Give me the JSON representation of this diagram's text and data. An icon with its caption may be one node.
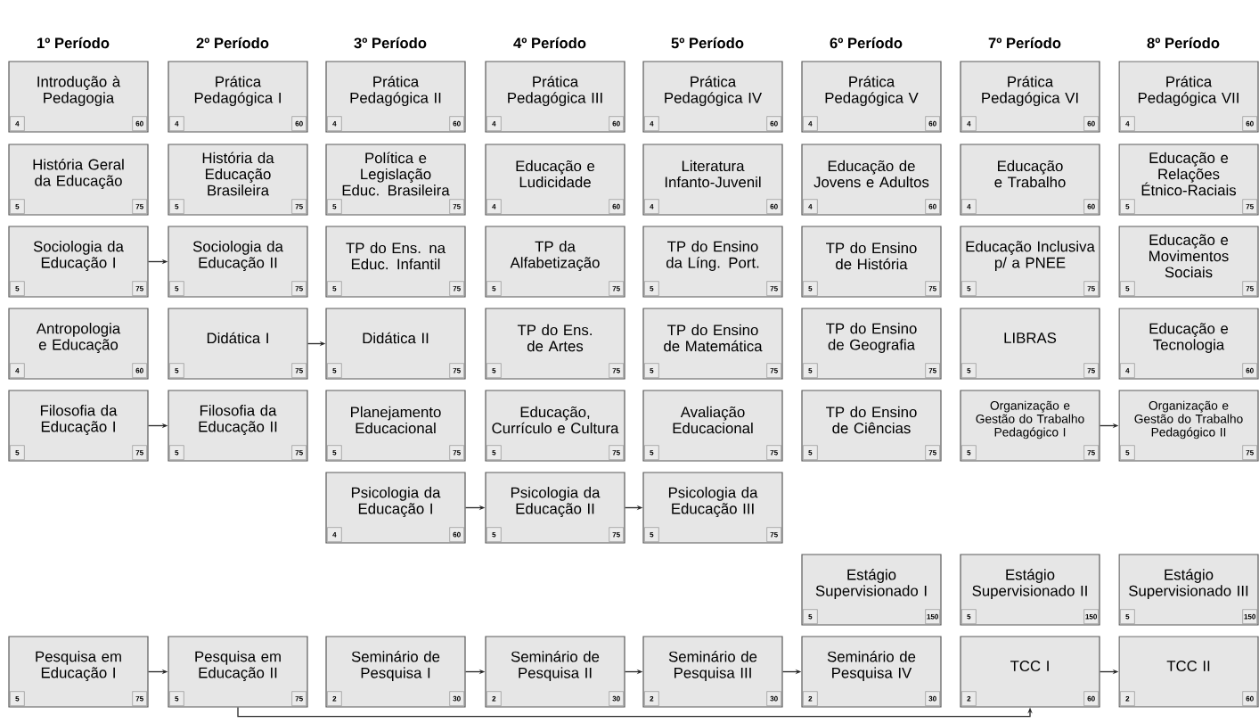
{
  "diagram": {
    "nodes": [
      {
        "text": [
          "Introdução à Pedagogia",
          "4",
          "60"
        ]
      },
      {
        "text": [
          "Prática Pedagógica I",
          "4",
          "60"
        ]
      },
      {
        "text": [
          "Prática Pedagógica II",
          "4",
          "60"
        ]
      },
      {
        "text": [
          "Prática Pedagógica III",
          "4",
          "60"
        ]
      },
      {
        "text": [
          "Prática Pedagógica IV",
          "4",
          "60"
        ]
      },
      {
        "text": [
          "Prática Pedagógica V",
          "4",
          "60"
        ]
      },
      {
        "text": [
          "Prática Pedagógica VI",
          "4",
          "60"
        ]
      },
      {
        "text": [
          "Prática Pedagógica VII",
          "4",
          "60"
        ]
      },
      {
        "text": [
          "História Geral da Educação",
          "5",
          "75"
        ]
      },
      {
        "text": [
          "História da Educação Brasileira",
          "5",
          "75"
        ]
      },
      {
        "text": [
          "Política e Legislação Educ. Brasileira",
          "5",
          "75"
        ]
      },
      {
        "text": [
          "Educação e Ludicidade",
          "4",
          "60"
        ]
      },
      {
        "text": [
          "Literatura Infanto-Juvenil",
          "4",
          "60"
        ]
      },
      {
        "text": [
          "Educação de Jovens e Adultos",
          "4",
          "60"
        ]
      },
      {
        "text": [
          "Educação e Trabalho",
          "4",
          "60"
        ]
      },
      {
        "text": [
          "Educação e Relações Étnico-Raciais",
          "5",
          "75"
        ]
      },
      {
        "text": [
          "Sociologia da Educação I",
          "5",
          "75"
        ]
      },
      {
        "text": [
          "Sociologia da Educação II",
          "5",
          "75"
        ]
      },
      {
        "text": [
          "TP do Ens. na Educ. Infantil",
          "5",
          "75"
        ]
      },
      {
        "text": [
          "TP da Alfabetização",
          "5",
          "75"
        ]
      },
      {
        "text": [
          "TP do Ensino da Líng. Port.",
          "5",
          "75"
        ]
      },
      {
        "text": [
          "TP do Ensino de História",
          "5",
          "75"
        ]
      },
      {
        "text": [
          "Educação Inclusiva p/ a PNEE",
          "5",
          "75"
        ]
      },
      {
        "text": [
          "Educação e Movimentos Sociais",
          "5",
          "75"
        ]
      },
      {
        "text": [
          "Antropologia e Educação",
          "4",
          "60"
        ]
      },
      {
        "text": [
          "Didática I",
          "5",
          "75"
        ]
      },
      {
        "text": [
          "Didática II",
          "5",
          "75"
        ]
      },
      {
        "text": [
          "TP do Ens. de Artes",
          "5",
          "75"
        ]
      },
      {
        "text": [
          "TP do Ensino de Matemática",
          "5",
          "75"
        ]
      },
      {
        "text": [
          "TP do Ensino de Geografia",
          "5",
          "75"
        ]
      },
      {
        "text": [
          "LIBRAS",
          "5",
          "75"
        ]
      },
      {
        "text": [
          "Educação e Tecnologia",
          "4",
          "60"
        ]
      },
      {
        "text": [
          "Filosofia da Educação I",
          "5",
          "75"
        ]
      },
      {
        "text": [
          "Filosofia da Educação II",
          "5",
          "75"
        ]
      },
      {
        "text": [
          "Planejamento Educacional",
          "5",
          "75"
        ]
      },
      {
        "text": [
          "Educação, Currículo e Cultura",
          "5",
          "75"
        ]
      },
      {
        "text": [
          "Avaliação Educacional",
          "5",
          "75"
        ]
      },
      {
        "text": [
          "TP do Ensino de Ciências",
          "5",
          "75"
        ]
      },
      {
        "text": [
          "Organização e Gestão do Trabalho Pedagógico I",
          "5",
          "75"
        ]
      },
      {
        "text": [
          "Organização e Gestão do Trabalho Pedagógico II",
          "5",
          "75"
        ]
      },
      {
        "text": [
          "Psicologia da Educação I",
          "4",
          "60"
        ]
      },
      {
        "text": [
          "Psicologia da Educação II",
          "5",
          "75"
        ]
      },
      {
        "text": [
          "Psicologia da Educação III",
          "5",
          "75"
        ]
      },
      {
        "text": [
          "Estágio Supervisionado I",
          "5",
          "150"
        ]
      },
      {
        "text": [
          "Estágio Supervisionado II",
          "5",
          "150"
        ]
      },
      {
        "text": [
          "Estágio Supervisionado III",
          "5",
          "150"
        ]
      },
      {
        "text": [
          "Pesquisa em Educação I",
          "5",
          "75"
        ]
      },
      {
        "text": [
          "Pesquisa em Educação II",
          "5",
          "75"
        ]
      },
      {
        "text": [
          "Seminário de Pesquisa I",
          "2",
          "30"
        ]
      },
      {
        "text": [
          "Seminário de Pesquisa II",
          "2",
          "30"
        ]
      },
      {
        "text": [
          "Seminário de Pesquisa III",
          "2",
          "30"
        ]
      },
      {
        "text": [
          "Seminário de Pesquisa IV",
          "2",
          "30"
        ]
      },
      {
        "text": [
          "TCC I",
          "2",
          "60"
        ]
      },
      {
        "text": [
          "TCC II",
          "2",
          "60"
        ]
      }
    ],
    "edges": [
      {
        "from": 16,
        "to": 17,
        "arrow": "to"
      },
      {
        "from": 25,
        "to": 26,
        "arrow": "to"
      },
      {
        "from": 32,
        "to": 33,
        "arrow": "to"
      },
      {
        "from": 38,
        "to": 39,
        "arrow": "to"
      },
      {
        "from": 40,
        "to": 41,
        "arrow": "to"
      },
      {
        "from": 41,
        "to": 42,
        "arrow": "to"
      },
      {
        "from": 46,
        "to": 47,
        "arrow": "to"
      },
      {
        "from": 48,
        "to": 49,
        "arrow": "to"
      },
      {
        "from": 49,
        "to": 50,
        "arrow": "to"
      },
      {
        "from": 50,
        "to": 51,
        "arrow": "to"
      },
      {
        "from": 52,
        "to": 53,
        "arrow": "to"
      },
      {
        "from": 47,
        "to": 52,
        "arrow": "to"
      }
    ],
    "labels": [
      "1º Período",
      "2º Período",
      "3º Período",
      "4º Período",
      "5º Período",
      "6º Período",
      "7º Período",
      "8º Período"
    ]
  }
}
